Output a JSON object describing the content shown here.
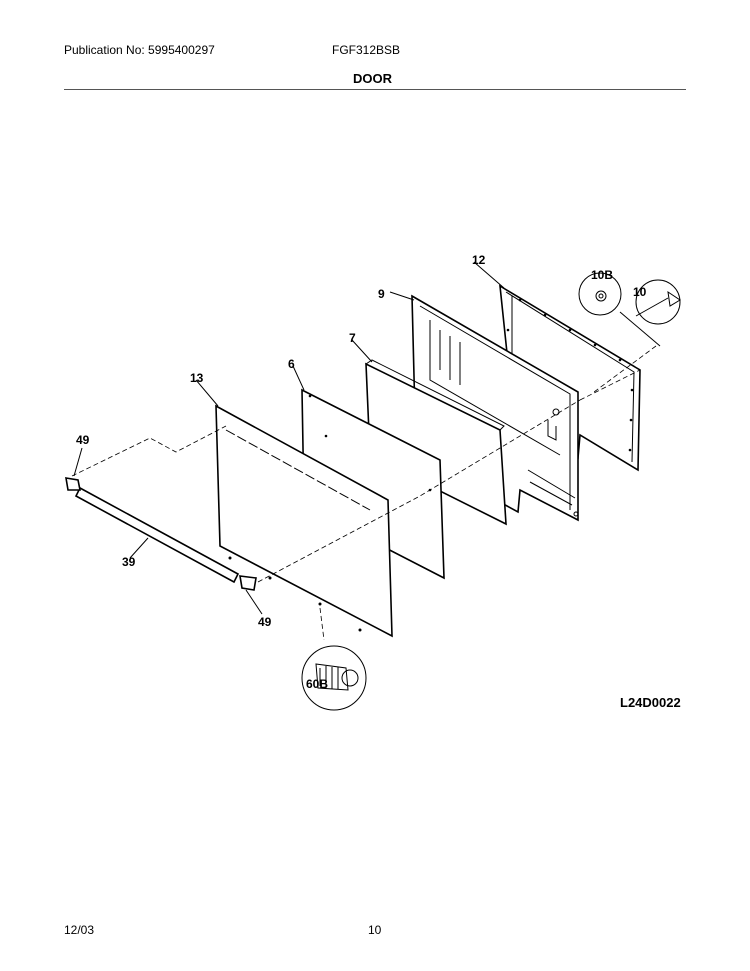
{
  "header": {
    "publication": "Publication No: 5995400297",
    "model": "FGF312BSB",
    "section": "DOOR"
  },
  "footer": {
    "date": "12/03",
    "page": "10"
  },
  "diagram": {
    "code": "L24D0022",
    "callouts": {
      "p12": "12",
      "p10b": "10B",
      "p10": "10",
      "p9": "9",
      "p7": "7",
      "p6": "6",
      "p13": "13",
      "p49a": "49",
      "p39": "39",
      "p49b": "49",
      "p60b": "60B"
    }
  }
}
